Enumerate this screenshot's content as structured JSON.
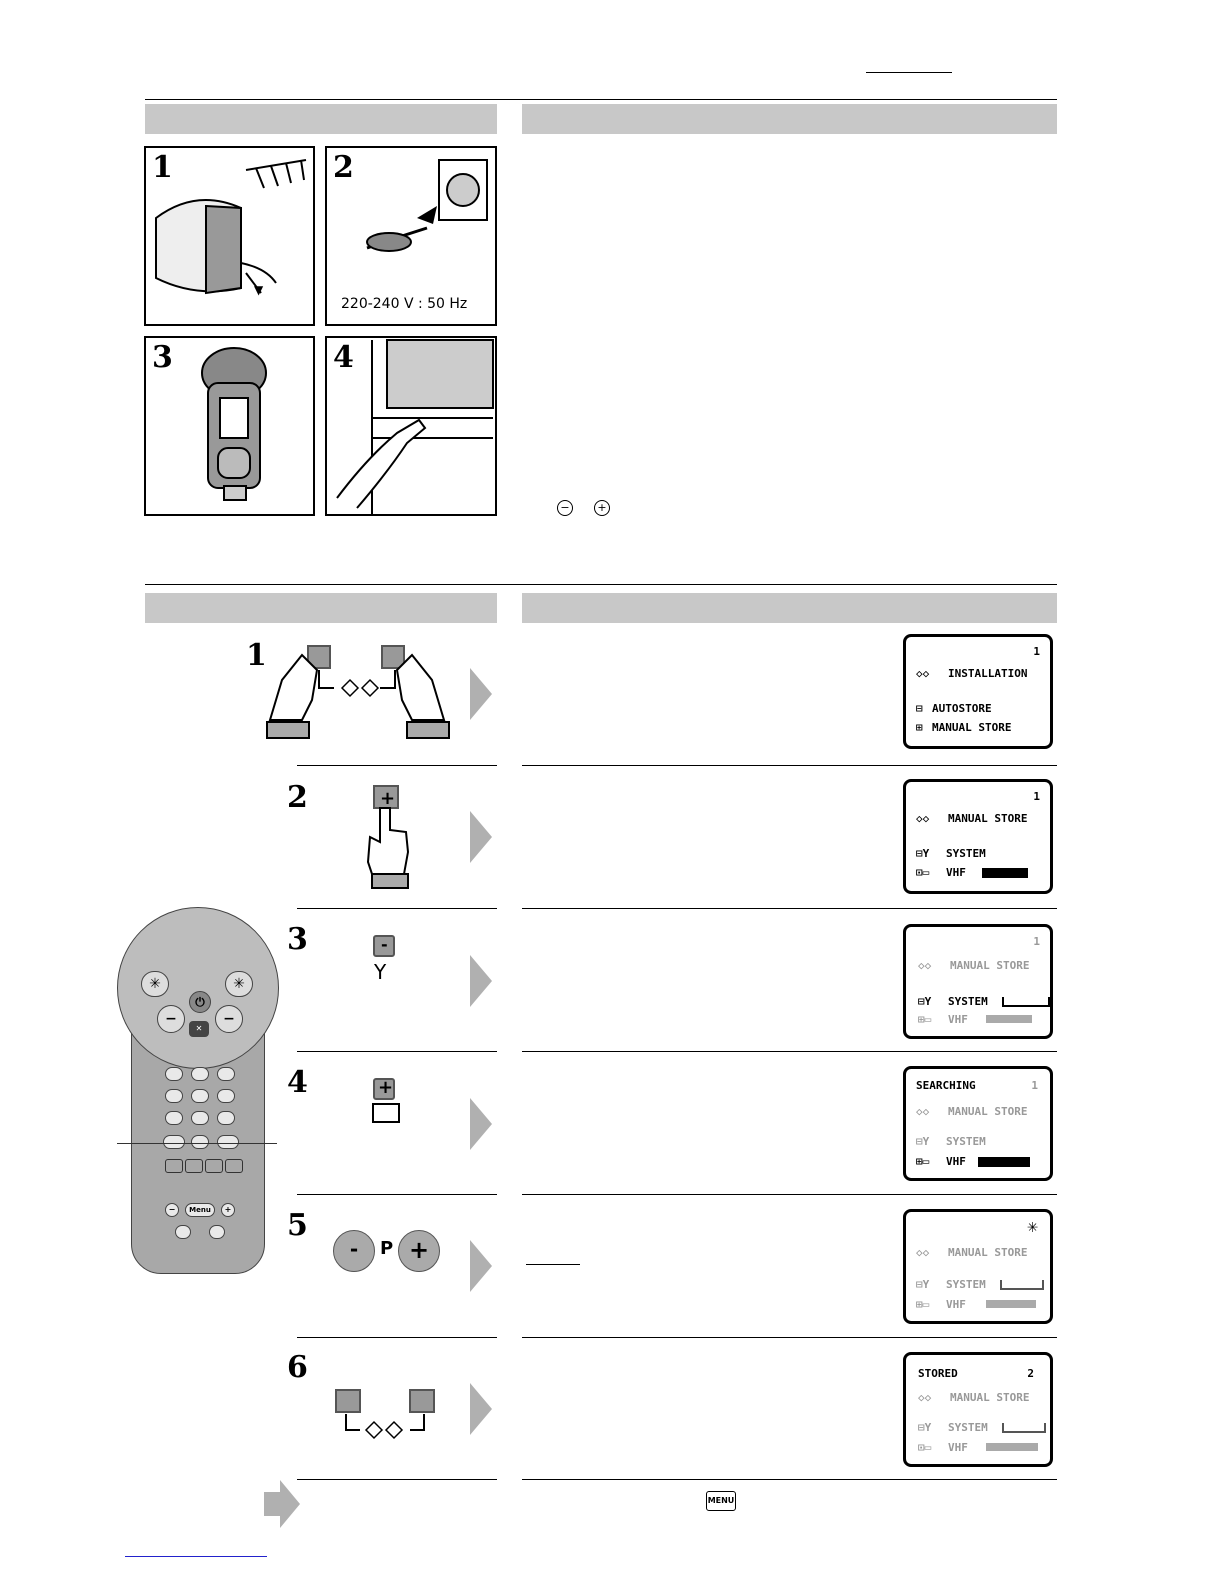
{
  "panel1": {
    "number": "1"
  },
  "panel2": {
    "number": "2",
    "voltage": "220-240 V : 50 Hz"
  },
  "panel3": {
    "number": "3"
  },
  "panel4": {
    "number": "4"
  },
  "steps": [
    {
      "number": "1"
    },
    {
      "number": "2"
    },
    {
      "number": "3"
    },
    {
      "number": "4"
    },
    {
      "number": "5",
      "key_label": "P"
    },
    {
      "number": "6"
    }
  ],
  "osd": {
    "s1": {
      "prog": "1",
      "title": "INSTALLATION",
      "line1": "AUTOSTORE",
      "line2": "MANUAL STORE"
    },
    "s2": {
      "prog": "1",
      "title": "MANUAL STORE",
      "line1": "SYSTEM",
      "line2": "VHF"
    },
    "s3": {
      "prog": "1",
      "title": "MANUAL STORE",
      "line1": "SYSTEM",
      "line2": "VHF"
    },
    "s4": {
      "status": "SEARCHING",
      "prog": "1",
      "title": "MANUAL STORE",
      "line1": "SYSTEM",
      "line2": "VHF"
    },
    "s5": {
      "title": "MANUAL STORE",
      "line1": "SYSTEM",
      "line2": "VHF"
    },
    "s6": {
      "status": "STORED",
      "prog": "2",
      "title": "MANUAL STORE",
      "line1": "SYSTEM",
      "line2": "VHF"
    }
  },
  "remote": {
    "menu_label": "Menu"
  },
  "footer": {
    "menu_icon_label": "MENU"
  }
}
